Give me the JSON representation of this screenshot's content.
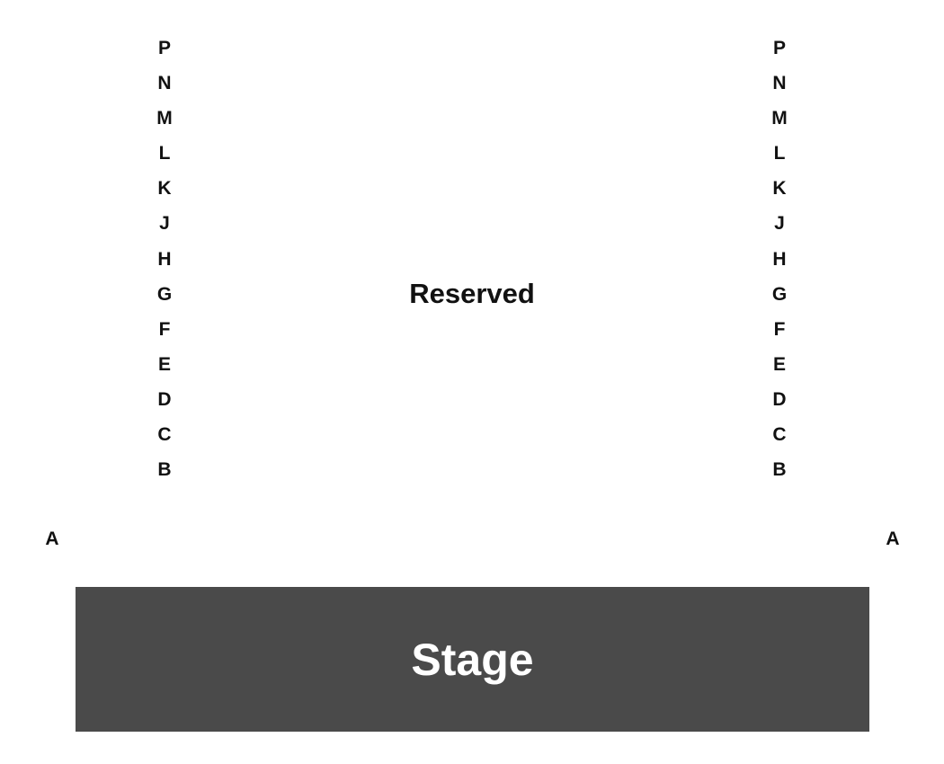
{
  "seating_chart": {
    "rows_left": [
      "P",
      "N",
      "M",
      "L",
      "K",
      "J",
      "H",
      "G",
      "F",
      "E",
      "D",
      "C",
      "B"
    ],
    "rows_right": [
      "P",
      "N",
      "M",
      "L",
      "K",
      "J",
      "H",
      "G",
      "F",
      "E",
      "D",
      "C",
      "B"
    ],
    "front_row_left": "A",
    "front_row_right": "A",
    "section_label": "Reserved",
    "stage_label": "Stage",
    "colors": {
      "stage_fill": "#4a4a4a",
      "stage_text": "#ffffff",
      "label_text": "#111111",
      "background": "#ffffff"
    }
  }
}
